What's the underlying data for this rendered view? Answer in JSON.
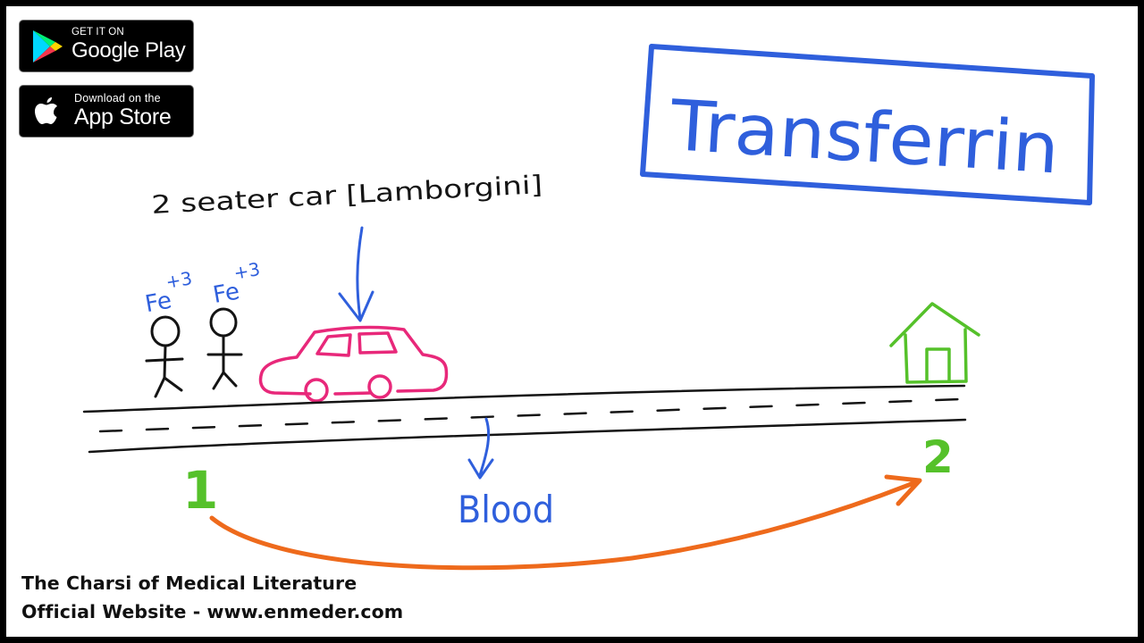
{
  "badges": {
    "google_play": {
      "small": "GET IT ON",
      "big": "Google Play",
      "icon": "google-play-icon"
    },
    "app_store": {
      "small": "Download on the",
      "big": "App Store",
      "icon": "apple-icon"
    }
  },
  "diagram": {
    "title": "Transferrin",
    "car_label": "2 seater car [Lamborgini]",
    "iron_1": {
      "base": "Fe",
      "sup": "+3"
    },
    "iron_2": {
      "base": "Fe",
      "sup": "+3"
    },
    "road_label": "Blood",
    "point_start": "1",
    "point_end": "2",
    "colors": {
      "blue": "#2f5fdc",
      "pink": "#e8287a",
      "green": "#55c12a",
      "orange": "#ee6a1c",
      "ink": "#141414"
    }
  },
  "footer": {
    "line1": "The Charsi of Medical Literature",
    "line2": "Official Website - www.enmeder.com"
  }
}
